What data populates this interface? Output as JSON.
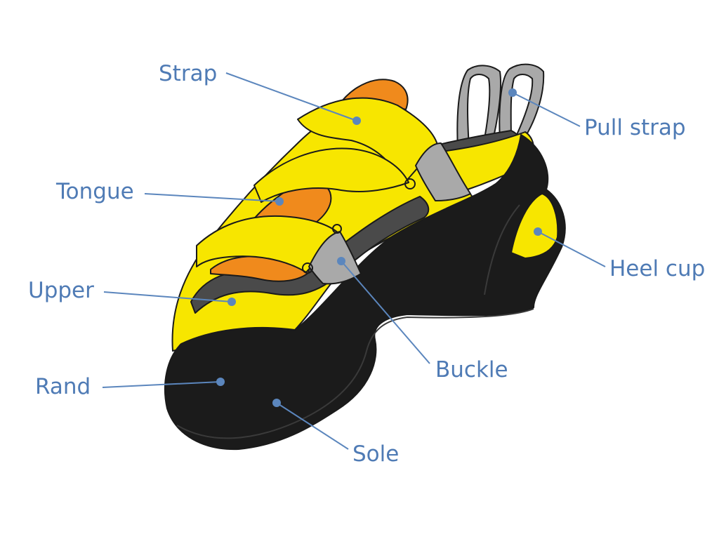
{
  "colors": {
    "label": "#4f7bb5",
    "leader": "#5b86bd",
    "rubber": "#1b1b1b",
    "upper": "#f7e600",
    "tongue": "#f08a1c",
    "webbing": "#a9a9a9",
    "lining": "#4a4a4a"
  },
  "labels": {
    "strap": "Strap",
    "pull_strap": "Pull strap",
    "tongue": "Tongue",
    "heel_cup": "Heel cup",
    "upper": "Upper",
    "buckle": "Buckle",
    "rand": "Rand",
    "sole": "Sole"
  }
}
